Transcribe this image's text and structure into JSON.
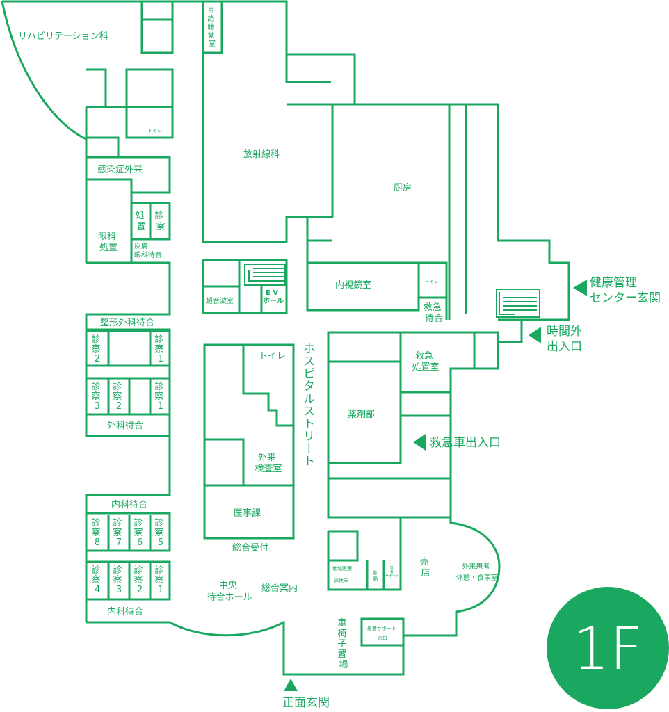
{
  "floor": {
    "label": "1F"
  },
  "rooms": {
    "rehab": "リハビリテーション科",
    "speech": [
      "言",
      "語",
      "聴",
      "覚",
      "室"
    ],
    "toilet_nw": "トイレ",
    "infection": "感染症外来",
    "radiology": "放射線科",
    "kitchen": "厨房",
    "eye_proc": [
      "眼科",
      "処置"
    ],
    "shochi": [
      "処",
      "置"
    ],
    "shinsatsu": [
      "診",
      "察"
    ],
    "derm_eye_wait": [
      "皮膚",
      "眼科待合"
    ],
    "ultrasound": "超音波室",
    "ev_hall": [
      "E V",
      "ホール"
    ],
    "endoscopy": "内視鏡室",
    "toilet_endo": "トイレ",
    "er_wait": [
      "救急",
      "待合"
    ],
    "health_entrance": [
      "健康管理",
      "センター玄関"
    ],
    "night_entrance": [
      "時間外",
      "出入口"
    ],
    "ortho_wait": "整形外科待合",
    "ortho_rooms": [
      {
        "l1": "診",
        "l2": "察",
        "n": "2"
      },
      {
        "l1": "診",
        "l2": "察",
        "n": "1"
      }
    ],
    "toilet_center": "トイレ",
    "hospital_street": "ホスピタルストリート",
    "er_proc": [
      "救急",
      "処置室"
    ],
    "surg_rooms": [
      {
        "l1": "診",
        "l2": "察",
        "n": "3"
      },
      {
        "l1": "診",
        "l2": "察",
        "n": "2"
      },
      {
        "l1": "診",
        "l2": "察",
        "n": "1"
      }
    ],
    "surg_wait": "外科待合",
    "pharmacy": "薬剤部",
    "ambulance": "救急車出入口",
    "outpatient_lab": [
      "外来",
      "検査室"
    ],
    "medical_affairs": "医事課",
    "int_wait_top": "内科待合",
    "int_rooms_top": [
      {
        "l1": "診",
        "l2": "察",
        "n": "8"
      },
      {
        "l1": "診",
        "l2": "察",
        "n": "7"
      },
      {
        "l1": "診",
        "l2": "察",
        "n": "6"
      },
      {
        "l1": "診",
        "l2": "察",
        "n": "5"
      }
    ],
    "reception": "総合受付",
    "regional": [
      "地域医療",
      "連携室"
    ],
    "vending": [
      "自",
      "動"
    ],
    "patient_support_small": [
      "患",
      "者",
      "サポート"
    ],
    "shop": [
      "売",
      "店"
    ],
    "rest_room": [
      "外来患者",
      "休憩・食事室"
    ],
    "int_rooms_bottom": [
      {
        "l1": "診",
        "l2": "察",
        "n": "4"
      },
      {
        "l1": "診",
        "l2": "察",
        "n": "3"
      },
      {
        "l1": "診",
        "l2": "察",
        "n": "2"
      },
      {
        "l1": "診",
        "l2": "察",
        "n": "1"
      }
    ],
    "central_hall": [
      "中央",
      "待合ホール"
    ],
    "info": "総合案内",
    "int_wait_bottom": "内科待合",
    "wheelchair": [
      "車",
      "椅",
      "子",
      "置",
      "場"
    ],
    "support_window": [
      "患者サポート",
      "窓口"
    ],
    "main_entrance": "正面玄関"
  }
}
